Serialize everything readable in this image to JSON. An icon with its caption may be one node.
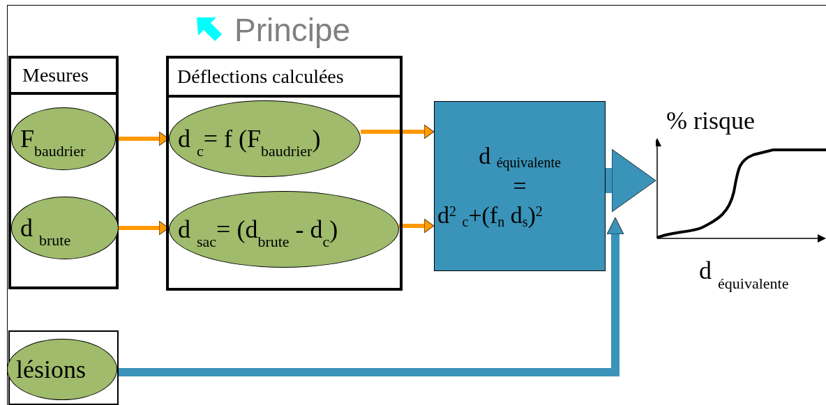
{
  "diagram": {
    "title": "Principe",
    "nodes": [
      {
        "text": [
          "Mesures"
        ]
      },
      {
        "text": [
          "F$_{baudrier}$"
        ],
        "in": 0
      },
      {
        "text": [
          "d $_{brute}$"
        ],
        "in": 0
      },
      {
        "text": [
          "Déflections calculées"
        ]
      },
      {
        "text": [
          "d $_{c}$= f (F$_{baudrier}$)"
        ],
        "in": 3
      },
      {
        "text": [
          "d $_{sac}$= (d$_{brute}$ - d$_{c}$)"
        ],
        "in": 3
      },
      {
        "text": [],
        "shape": "box"
      },
      {
        "text": [
          "lésions"
        ],
        "in": 6
      },
      {
        "text": [
          "d $_{équivalente}$",
          "=",
          "d$^{2}$ $_{c}$+(f$_{n}$ d$_{s}$)$^{2}$"
        ]
      },
      {
        "text": [],
        "shape": "picture",
        "beside": [
          "% risque",
          "d $_{équivalente}$"
        ]
      }
    ],
    "edges": [
      {
        "from": 1,
        "to": 4,
        "arrow": "to"
      },
      {
        "from": 2,
        "to": 5,
        "arrow": "to"
      },
      {
        "from": 4,
        "to": 8,
        "arrow": "to"
      },
      {
        "from": 5,
        "to": 8,
        "arrow": "to"
      },
      {
        "from": 7,
        "to": 8,
        "arrow": "to",
        "style": "thick",
        "color": "#3a93b8"
      },
      {
        "from": 8,
        "to": 9,
        "arrow": "to",
        "style": "thick",
        "color": "#3a93b8"
      }
    ]
  }
}
